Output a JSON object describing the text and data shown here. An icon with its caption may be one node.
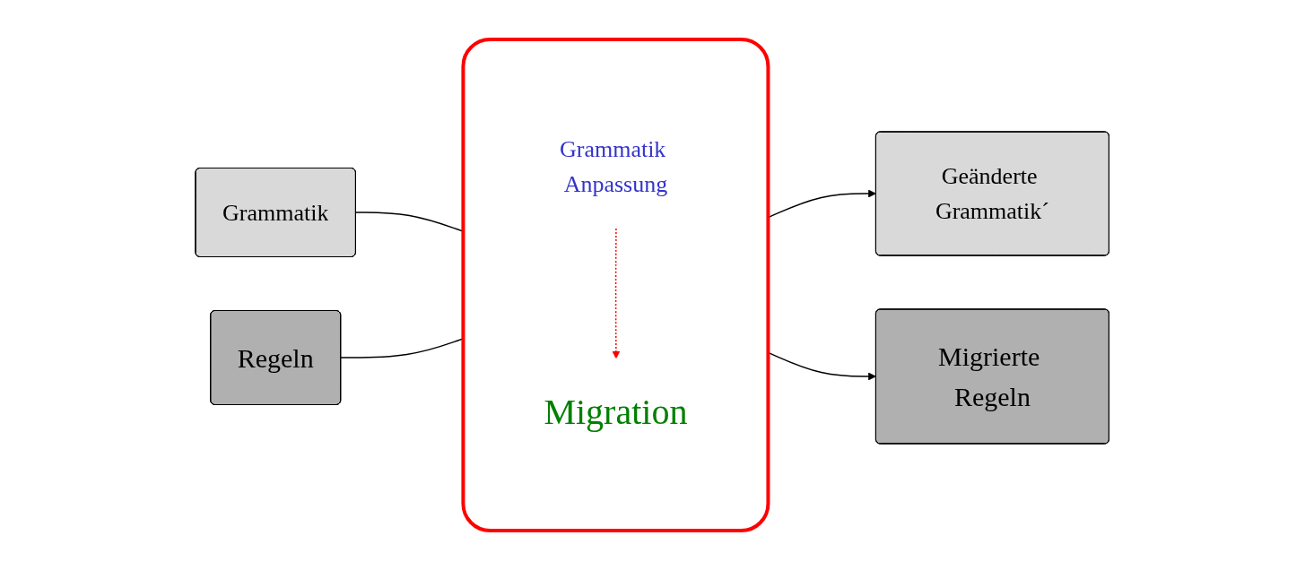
{
  "diagram": {
    "nodes": [
      {
        "text": [
          "Grammatik"
        ]
      },
      {
        "text": [
          "Regeln"
        ]
      },
      {
        "text": [],
        "shape": "box"
      },
      {
        "text": [
          "Grammatik Anpassung"
        ],
        "in": 2
      },
      {
        "text": [
          "Migration"
        ],
        "in": 2
      },
      {
        "text": [
          "Geänderte Grammatik´"
        ]
      },
      {
        "text": [
          "Migrierte Regeln"
        ]
      }
    ],
    "edges": [
      {
        "from": 0,
        "to": 2,
        "arrow": "none"
      },
      {
        "from": 1,
        "to": 2,
        "arrow": "none"
      },
      {
        "from": 3,
        "to": 4,
        "arrow": "to",
        "style": "dashed",
        "color": "#ff0000"
      },
      {
        "from": 2,
        "to": 5,
        "arrow": "to"
      },
      {
        "from": 2,
        "to": 6,
        "arrow": "to"
      }
    ]
  }
}
